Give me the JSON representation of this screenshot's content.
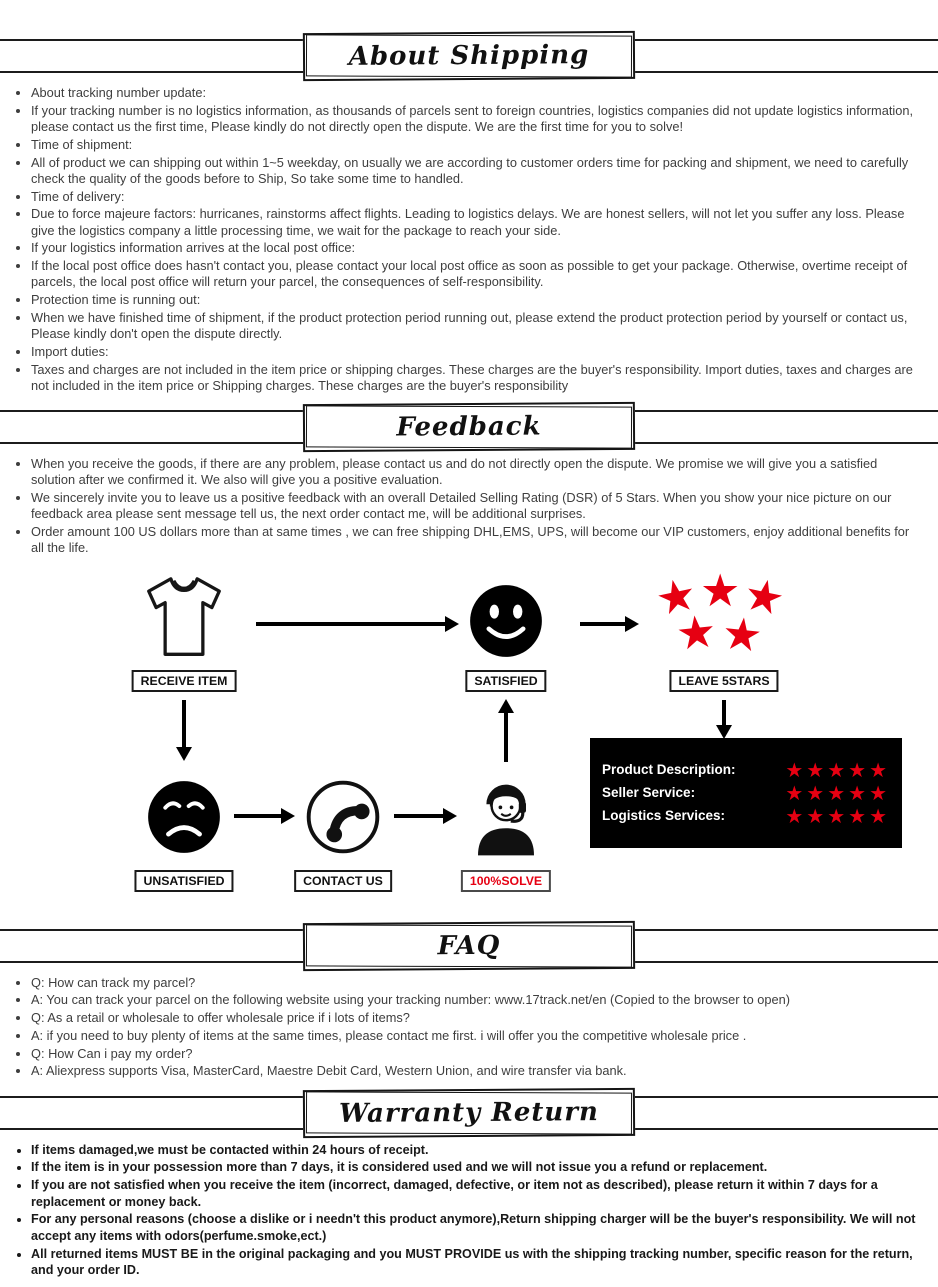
{
  "icons": {
    "star": "★"
  },
  "colors": {
    "star_red": "#e60012",
    "line_black": "#1c1c1c"
  },
  "sections": {
    "shipping": {
      "title": "About Shipping",
      "bullets": [
        "About tracking number update:",
        "If your tracking number is no logistics information, as thousands of parcels sent to foreign countries, logistics companies did not update logistics information, please contact us the first time, Please kindly do not directly open the dispute. We are the first time for you to solve!",
        "Time of shipment:",
        "All of product we can shipping out within 1~5 weekday, on usually we are according to customer orders time for packing and shipment, we need to carefully check the quality of the goods before to Ship, So take some time to handled.",
        "Time of delivery:",
        "Due to force majeure factors: hurricanes, rainstorms affect flights. Leading to logistics delays. We are honest sellers, will not let you suffer any loss. Please give the logistics company a little processing time, we wait for the package to reach your side.",
        "If your logistics information arrives at the local post office:",
        "If the local post office does hasn't contact you, please contact your local post office as soon as possible to get your package. Otherwise, overtime receipt of parcels, the local post office will return your parcel, the consequences of self-responsibility.",
        "Protection time is running out:",
        "When we have finished time of shipment, if the product protection period running out, please extend the product protection period by yourself or contact us, Please kindly don't open the dispute directly.",
        "Import duties:",
        "Taxes and charges are not included in the item price or shipping charges. These charges are the buyer's responsibility. Import duties, taxes and charges are not included in the item price or Shipping charges. These charges are the buyer's responsibility"
      ]
    },
    "feedback": {
      "title": "Feedback",
      "bullets": [
        "When you receive the goods, if there are any problem, please contact us and do not directly open the dispute. We promise we will give you a satisfied solution after we confirmed it. We also will give you a positive evaluation.",
        "We sincerely invite you to leave us a positive feedback with an overall Detailed Selling Rating (DSR) of 5 Stars. When you show your nice picture on our feedback area please sent message tell us, the next order contact me, will be additional surprises.",
        "Order amount 100 US dollars more than at same times , we can free shipping DHL,EMS, UPS, will become our VIP customers, enjoy additional benefits for all the life."
      ]
    },
    "flowchart": {
      "labels": {
        "receive": "RECEIVE ITEM",
        "satisfied": "SATISFIED",
        "leave5stars": "LEAVE 5STARS",
        "unsatisfied": "UNSATISFIED",
        "contact": "CONTACT US",
        "solve": "100%SOLVE"
      },
      "ratings_rows": [
        {
          "label": "Product Description:",
          "stars": "★★★★★"
        },
        {
          "label": "Seller Service:",
          "stars": "★★★★★"
        },
        {
          "label": "Logistics Services:",
          "stars": "★★★★★"
        }
      ]
    },
    "faq": {
      "title": "FAQ",
      "bullets": [
        "Q: How can track my parcel?",
        "A: You can track your parcel on the following website using your tracking number: www.17track.net/en (Copied to the browser to open)",
        "Q: As a retail or wholesale to offer wholesale price if i lots of items?",
        "A: if you need to buy plenty of items at the same times, please contact me first. i will offer you the competitive wholesale price .",
        "Q: How Can i pay my order?",
        "A: Aliexpress supports Visa, MasterCard, Maestre Debit Card, Western Union, and wire transfer via bank."
      ]
    },
    "warranty": {
      "title": "Warranty Return",
      "bullets": [
        "If items damaged,we must be contacted within 24 hours of receipt.",
        "If the item is in your possession more than 7 days, it is considered used and we will not issue you a refund or  replacement.",
        "If you are not satisfied when you receive the item (incorrect, damaged, defective, or item not as described), please return it within 7 days for a replacement or money back.",
        "For any personal reasons (choose a dislike or i needn't this product anymore),Return shipping charger will be the buyer's responsibility. We will not accept any items with odors(perfume.smoke,ect.)",
        "All returned items MUST BE in the original packaging and you MUST PROVIDE us with the shipping tracking number, specific reason for the return, and your order ID."
      ]
    }
  }
}
